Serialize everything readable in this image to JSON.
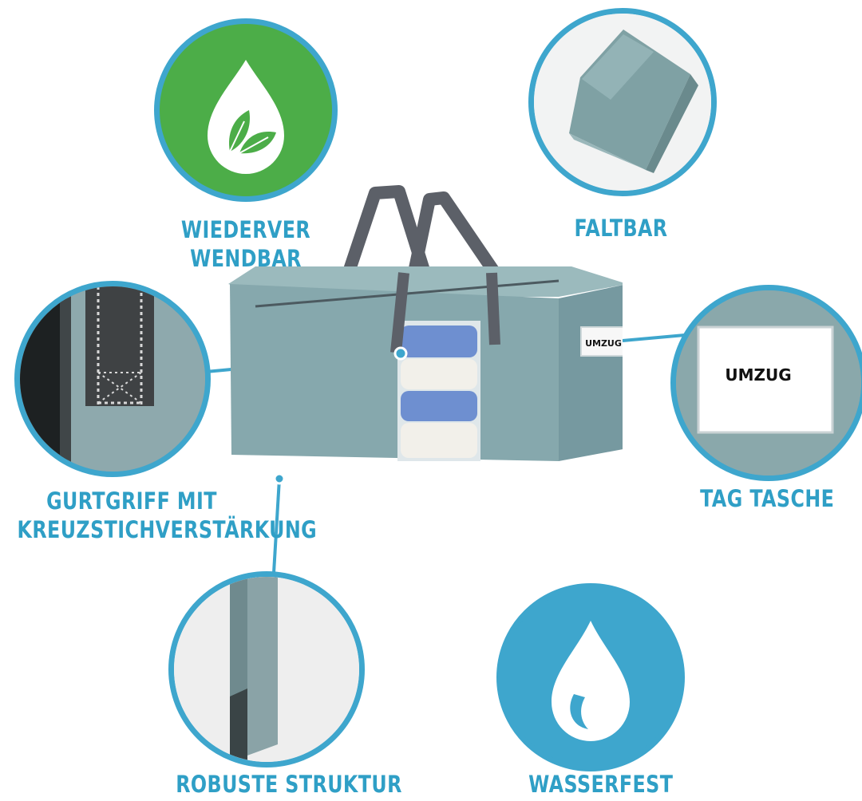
{
  "features": {
    "reusable": {
      "line1": "WIEDERVER",
      "line2": "WENDBAR",
      "icon": "leaf-drop-icon",
      "bg_color": "#4cad48"
    },
    "foldable": {
      "label": "FALTBAR"
    },
    "handle": {
      "line1": "GURTGRIFF MIT",
      "line2": "KREUZSTICHVERSTÄRKUNG"
    },
    "tag": {
      "label": "TAG TASCHE",
      "card_text": "UMZUG"
    },
    "sturdy": {
      "label": "ROBUSTE STRUKTUR"
    },
    "waterproof": {
      "label": "WASSERFEST",
      "icon": "water-drop-icon",
      "bg_color": "#3ea6cd"
    }
  },
  "bag": {
    "tag_text": "UMZUG",
    "color": "#86a8ad",
    "handle_color": "#5c6068"
  },
  "accent_color": "#3ea6cd"
}
